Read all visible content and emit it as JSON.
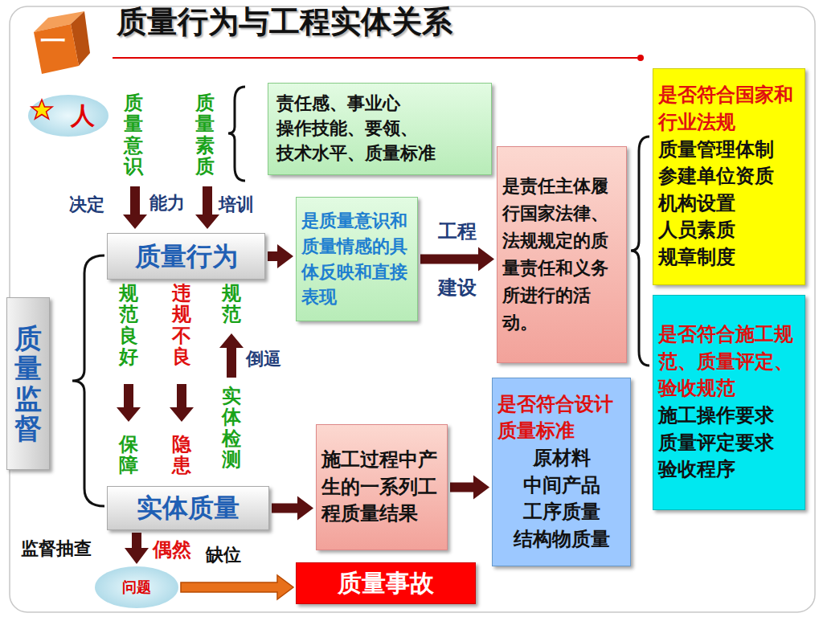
{
  "diagram": {
    "title": "质量行为与工程实体关系",
    "nodes": [
      {
        "text": [
          "人"
        ]
      },
      {
        "text": [
          "责任感、事业心 操作技能、要领、 技术水平、质量标准"
        ]
      },
      {
        "text": [
          "质量行为"
        ]
      },
      {
        "text": [
          "是质量意识和质量情感的具体反映和直接表现"
        ]
      },
      {
        "text": [
          "是责任主体履行国家法律、法规规定的质量责任和义务所进行的活动。"
        ]
      },
      {
        "text": [
          "是否符合国家和行业法规",
          "质量管理体制 参建单位资质 机构设置 人员素质 规章制度"
        ]
      },
      {
        "text": [
          "是否符合施工规范、质量评定、验收规范",
          "施工操作要求 质量评定要求 验收程序"
        ]
      },
      {
        "text": [
          "质量监督"
        ]
      },
      {
        "text": [
          "实体质量"
        ]
      },
      {
        "text": [
          "施工过程中产生的一系列工程质量结果"
        ]
      },
      {
        "text": [
          "是否符合设计质量标准",
          "原材料 中间产品 工序质量 结构物质量"
        ]
      },
      {
        "text": [
          "问题"
        ]
      },
      {
        "text": [
          "质量事故"
        ]
      }
    ],
    "edges": [
      {
        "from": 2,
        "to": 3,
        "arrow": "to"
      },
      {
        "from": 3,
        "to": 4,
        "label": "工程 建设",
        "arrow": "to"
      },
      {
        "from": 8,
        "to": 9,
        "arrow": "to"
      },
      {
        "from": 9,
        "to": 10,
        "arrow": "to"
      },
      {
        "from": 8,
        "to": 11,
        "arrow": "to"
      },
      {
        "from": 11,
        "to": 12,
        "arrow": "to"
      }
    ],
    "labels": [
      "一",
      "质量意识",
      "质量素质",
      "决定",
      "能力",
      "培训",
      "规范良好",
      "违规不良",
      "规范",
      "倒逼",
      "实体检测",
      "保障",
      "隐患",
      "监督抽查",
      "偶然",
      "缺位"
    ]
  }
}
